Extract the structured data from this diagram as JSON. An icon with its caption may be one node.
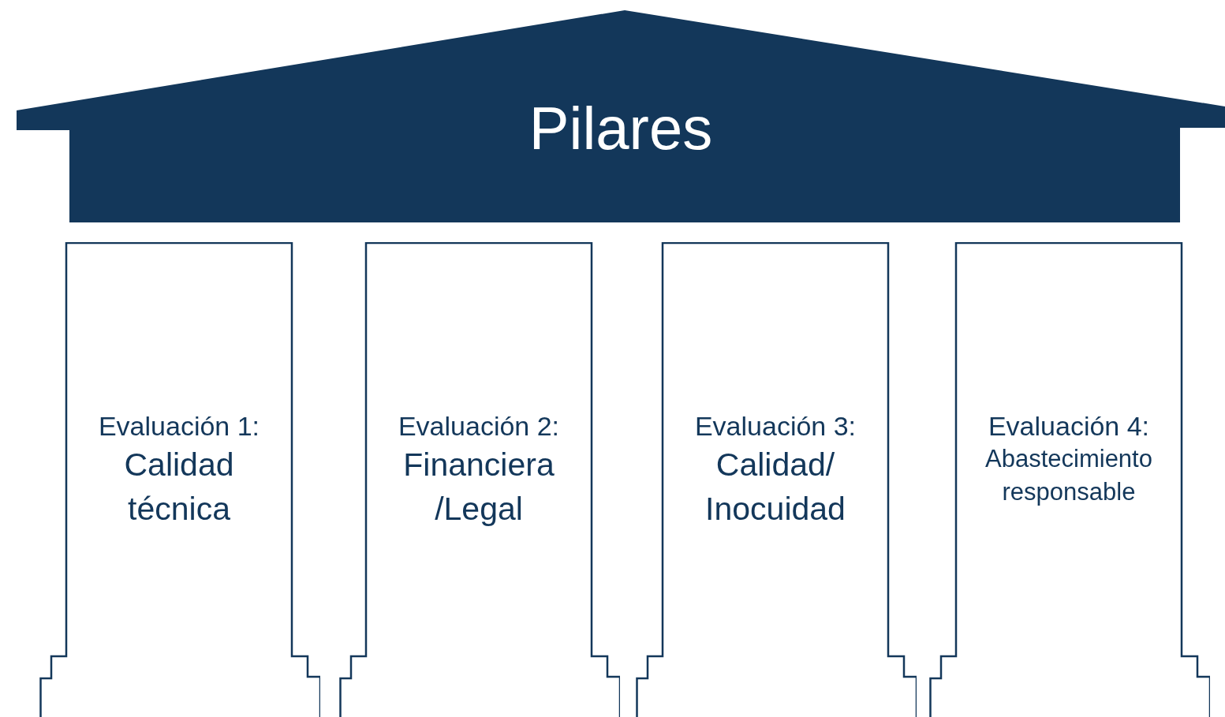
{
  "diagram": {
    "nodes": [
      {
        "text": [
          "Pilares"
        ]
      },
      {
        "text": [
          "Evaluación 1:",
          "Calidad técnica"
        ]
      },
      {
        "text": [
          "Evaluación 2:",
          "Financiera /Legal"
        ]
      },
      {
        "text": [
          "Evaluación 3:",
          "Calidad/ Inocuidad"
        ]
      },
      {
        "text": [
          "Evaluación 4:",
          "Abastecimiento responsable"
        ]
      }
    ]
  }
}
